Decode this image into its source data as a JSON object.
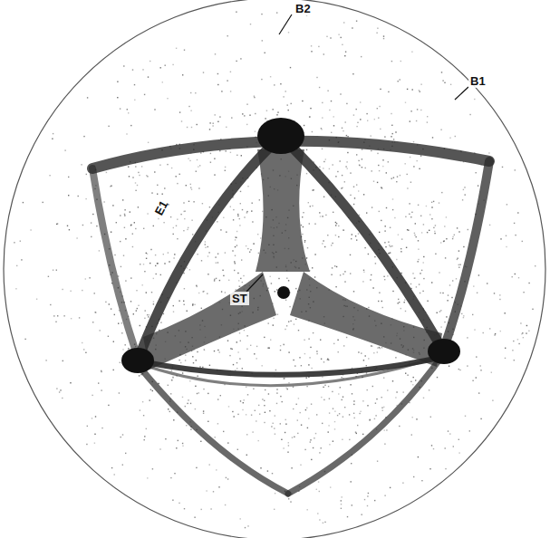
{
  "diagram": {
    "labels": [
      "B2",
      "B1",
      "E1",
      "ST"
    ]
  }
}
